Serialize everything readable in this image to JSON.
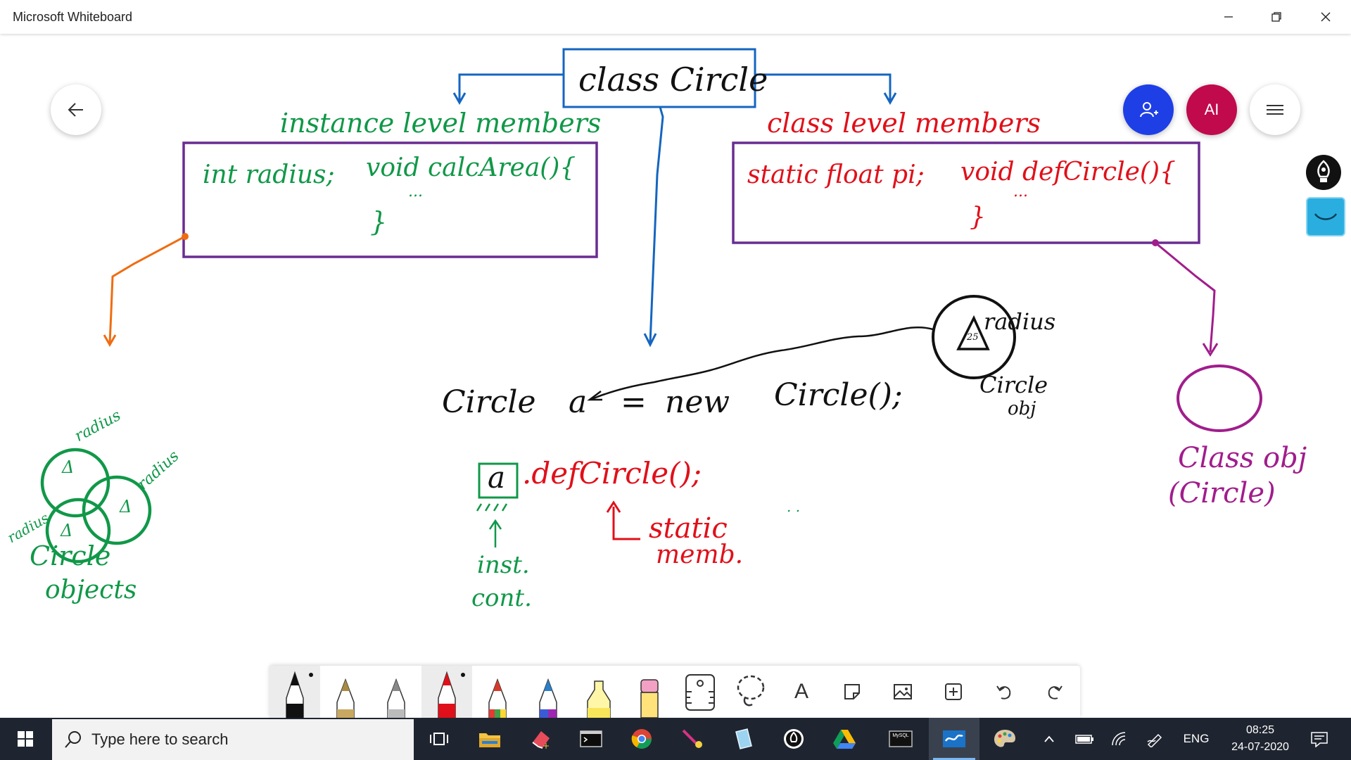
{
  "window": {
    "title": "Microsoft Whiteboard"
  },
  "top_buttons": {
    "avatar_initials": "AI"
  },
  "board": {
    "class_title": "class Circle",
    "instance_heading": "instance level members",
    "instance_box_line1_left": "int radius;",
    "instance_box_line1_right": "void calcArea(){",
    "instance_box_dots": "...",
    "instance_box_close": "}",
    "class_heading": "class level members",
    "class_box_line1_left": "static float pi;",
    "class_box_line1_right": "void defCircle(){",
    "class_box_dots": "...",
    "class_box_close": "}",
    "statement_circle": "Circle",
    "statement_var": "a",
    "statement_eq": "=",
    "statement_new": "new",
    "statement_ctor": "Circle();",
    "call_var": "a",
    "call_method": ".defCircle();",
    "static_note_line1": "static",
    "static_note_line2": "memb.",
    "inst_note_line1": "inst.",
    "inst_note_line2": "cont.",
    "dot_marks": ". .",
    "radius_label": "radius",
    "radius_value": "25",
    "circle_obj_line1": "Circle",
    "circle_obj_line2": "obj",
    "class_obj_line1": "Class obj",
    "class_obj_line2": "(Circle)",
    "circle_objects_line1": "Circle",
    "circle_objects_line2": "objects",
    "venn_label_1": "radius",
    "venn_label_2": "radius",
    "venn_label_3": "radius",
    "venn_delta": "Δ"
  },
  "colors": {
    "blue": "#1565c0",
    "purple": "#6a2c91",
    "green": "#109848",
    "red": "#e0101a",
    "orange": "#ef6c12",
    "magenta": "#a11d8c",
    "accent_blue": "#1e3fe6",
    "accent_crimson": "#c00a4c"
  },
  "toolbar": {
    "tools": [
      "black-pen",
      "gold-pen",
      "silver-pen",
      "red-pen",
      "rainbow-pen",
      "galaxy-pen",
      "yellow-highlighter",
      "eraser",
      "ruler",
      "lasso-select",
      "text-tool",
      "sticky-note",
      "image-insert",
      "add",
      "undo",
      "redo"
    ],
    "text_tool_glyph": "A"
  },
  "taskbar": {
    "search_placeholder": "Type here to search",
    "language": "ENG",
    "time": "08:25",
    "date": "24-07-2020",
    "mysql_label": "MySQL"
  }
}
